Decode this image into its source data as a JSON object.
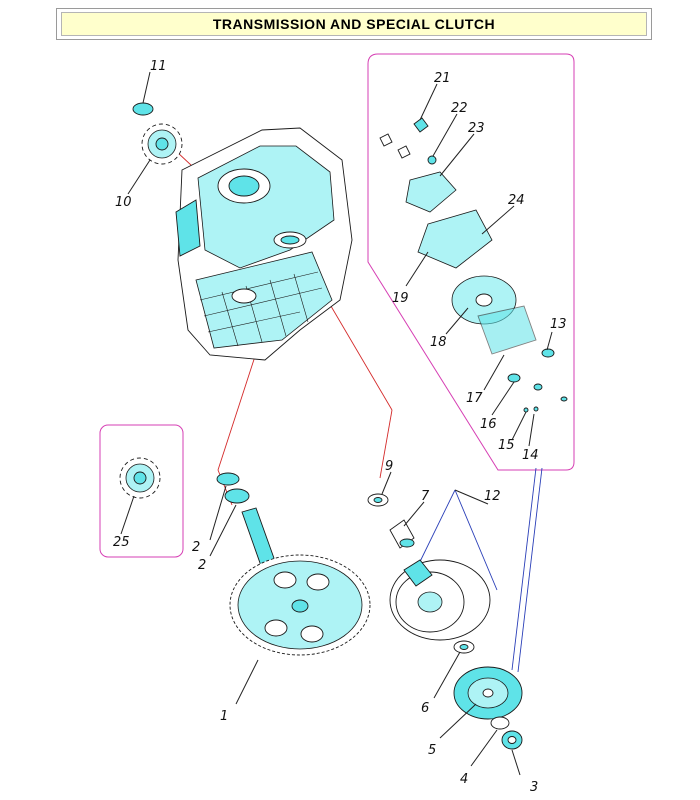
{
  "title": "TRANSMISSION AND SPECIAL CLUTCH",
  "callouts": [
    {
      "id": "c1",
      "label": "1"
    },
    {
      "id": "c2a",
      "label": "2"
    },
    {
      "id": "c2b",
      "label": "2"
    },
    {
      "id": "c3",
      "label": "3"
    },
    {
      "id": "c4",
      "label": "4"
    },
    {
      "id": "c5",
      "label": "5"
    },
    {
      "id": "c6",
      "label": "6"
    },
    {
      "id": "c7",
      "label": "7"
    },
    {
      "id": "c9",
      "label": "9"
    },
    {
      "id": "c10",
      "label": "10"
    },
    {
      "id": "c11",
      "label": "11"
    },
    {
      "id": "c12",
      "label": "12"
    },
    {
      "id": "c13",
      "label": "13"
    },
    {
      "id": "c14",
      "label": "14"
    },
    {
      "id": "c15",
      "label": "15"
    },
    {
      "id": "c16",
      "label": "16"
    },
    {
      "id": "c17",
      "label": "17"
    },
    {
      "id": "c18",
      "label": "18"
    },
    {
      "id": "c19",
      "label": "19"
    },
    {
      "id": "c21",
      "label": "21"
    },
    {
      "id": "c22",
      "label": "22"
    },
    {
      "id": "c23",
      "label": "23"
    },
    {
      "id": "c24",
      "label": "24"
    },
    {
      "id": "c25",
      "label": "25"
    }
  ],
  "colors": {
    "part_fill": "#5fe3e8",
    "inset_frame": "#d63fb4",
    "crank_line": "#d42a2a",
    "clutch_line": "#2a3fb8"
  }
}
